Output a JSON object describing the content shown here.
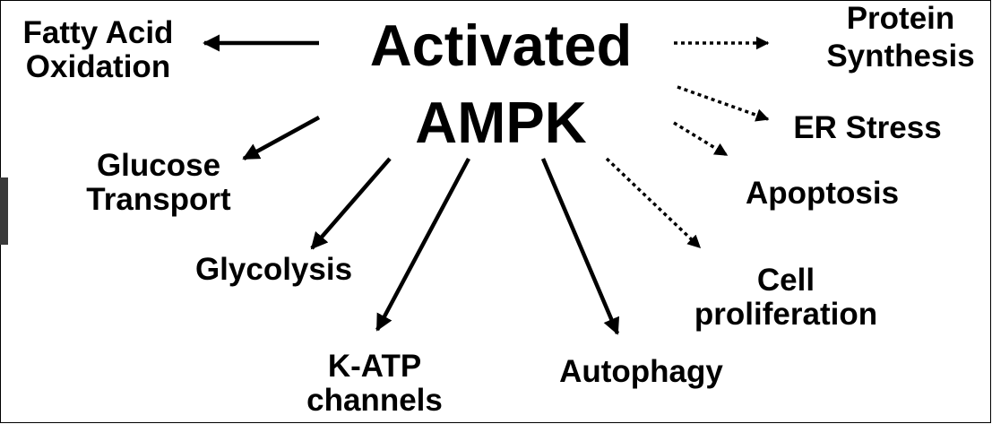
{
  "center": {
    "line1": "Activated",
    "line2": "AMPK"
  },
  "targets": {
    "fatty_acid_oxidation": {
      "line1": "Fatty Acid",
      "line2": "Oxidation"
    },
    "glucose_transport": {
      "line1": "Glucose",
      "line2": "Transport"
    },
    "glycolysis": {
      "line1": "Glycolysis"
    },
    "k_atp_channels": {
      "line1": "K-ATP",
      "line2": "channels"
    },
    "autophagy": {
      "line1": "Autophagy"
    },
    "cell_proliferation": {
      "line1": "Cell",
      "line2": "proliferation"
    },
    "protein_synthesis": {
      "line1": "Protein",
      "line2": "Synthesis"
    },
    "er_stress": {
      "line1": "ER Stress"
    },
    "apoptosis": {
      "line1": "Apoptosis"
    }
  },
  "arrow_styles": {
    "solid": [
      "fatty_acid_oxidation",
      "glucose_transport",
      "glycolysis",
      "k_atp_channels",
      "autophagy"
    ],
    "dotted": [
      "protein_synthesis",
      "er_stress",
      "apoptosis",
      "cell_proliferation"
    ]
  },
  "colors": {
    "text": "#000000",
    "background": "#ffffff",
    "arrow": "#000000"
  }
}
